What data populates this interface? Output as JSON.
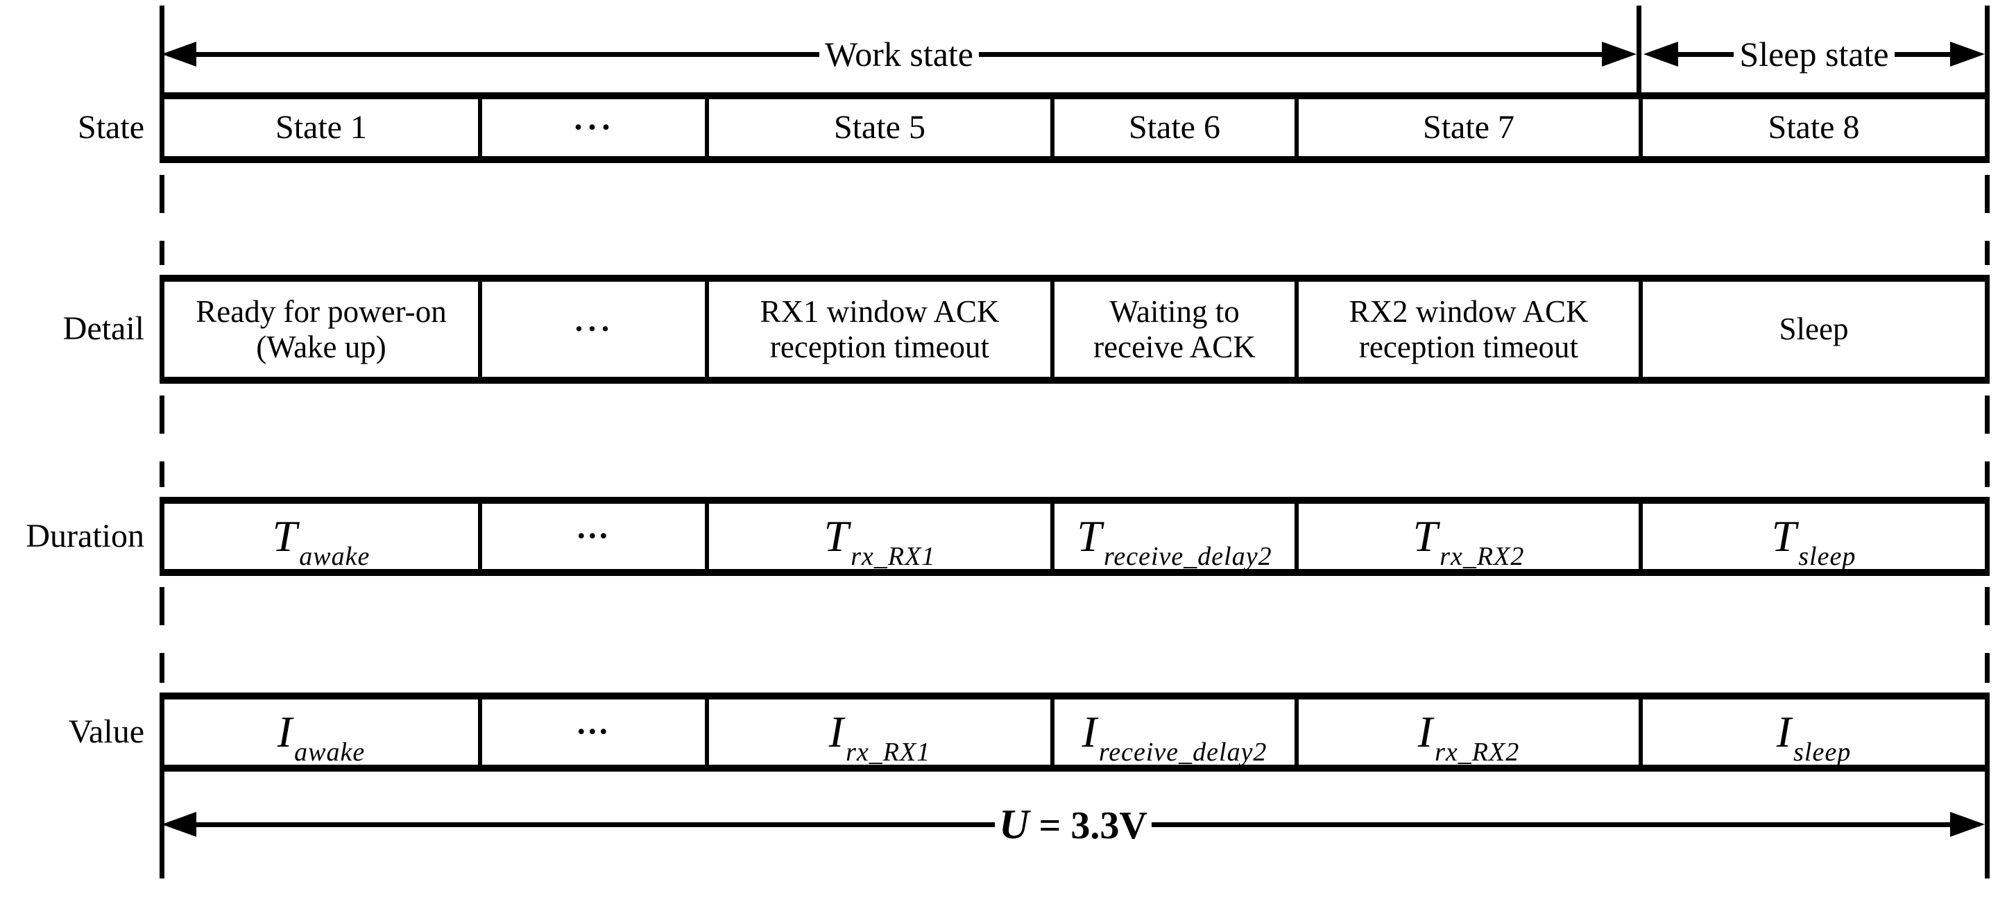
{
  "top": {
    "work_label": "Work state",
    "sleep_label": "Sleep state"
  },
  "row_labels": {
    "state": "State",
    "detail": "Detail",
    "duration": "Duration",
    "value": "Value"
  },
  "state_row": [
    "State 1",
    "···",
    "State 5",
    "State 6",
    "State 7",
    "State 8"
  ],
  "detail_row": [
    {
      "line1": "Ready for power-on",
      "line2": "(Wake up)"
    },
    {
      "line1": "···",
      "line2": ""
    },
    {
      "line1": "RX1 window ACK",
      "line2": "reception timeout"
    },
    {
      "line1": "Waiting to",
      "line2": "receive ACK"
    },
    {
      "line1": "RX2 window ACK",
      "line2": "reception timeout"
    },
    {
      "line1": "Sleep",
      "line2": ""
    }
  ],
  "duration_row": [
    {
      "base": "T",
      "sub": "awake"
    },
    {
      "base": "···",
      "sub": ""
    },
    {
      "base": "T",
      "sub": "rx_RX1"
    },
    {
      "base": "T",
      "sub": "receive_delay2"
    },
    {
      "base": "T",
      "sub": "rx_RX2"
    },
    {
      "base": "T",
      "sub": "sleep"
    }
  ],
  "value_row": [
    {
      "base": "I",
      "sub": "awake"
    },
    {
      "base": "···",
      "sub": ""
    },
    {
      "base": "I",
      "sub": "rx_RX1"
    },
    {
      "base": "I",
      "sub": "receive_delay2"
    },
    {
      "base": "I",
      "sub": "rx_RX2"
    },
    {
      "base": "I",
      "sub": "sleep"
    }
  ],
  "bottom": {
    "symbol": "U",
    "value": "= 3.3V"
  },
  "colors": {
    "line": "#000000",
    "background": "#ffffff"
  }
}
